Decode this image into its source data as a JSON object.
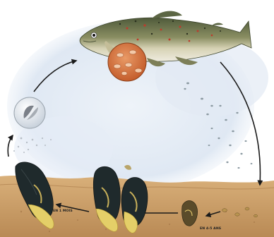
{
  "labels": {
    "one_month": "EN 1 MOIS",
    "years": "EN 4-5 ANS"
  },
  "colors": {
    "trout_back": "#5f6a48",
    "trout_belly": "#e8e4cf",
    "trout_spots": "#c0392b",
    "mussel_shell": "#1f2a2c",
    "mussel_foot": "#e4cf68",
    "sediment": "#c89a62",
    "water_wash": "#dfe8f3",
    "cycle_arrow": "#1a1a1a",
    "gill_disc": "#d8733a"
  },
  "stages": [
    {
      "name": "trout-host",
      "icon": "fish-icon"
    },
    {
      "name": "glochidia-on-gills",
      "icon": "gill-disc-icon"
    },
    {
      "name": "juveniles-released",
      "icon": "particles-icon"
    },
    {
      "name": "juvenile-mussel",
      "icon": "small-shell-icon"
    },
    {
      "name": "adult-mussels",
      "icon": "mussel-icon"
    },
    {
      "name": "glochidium-larva",
      "icon": "larva-bubble-icon"
    }
  ]
}
